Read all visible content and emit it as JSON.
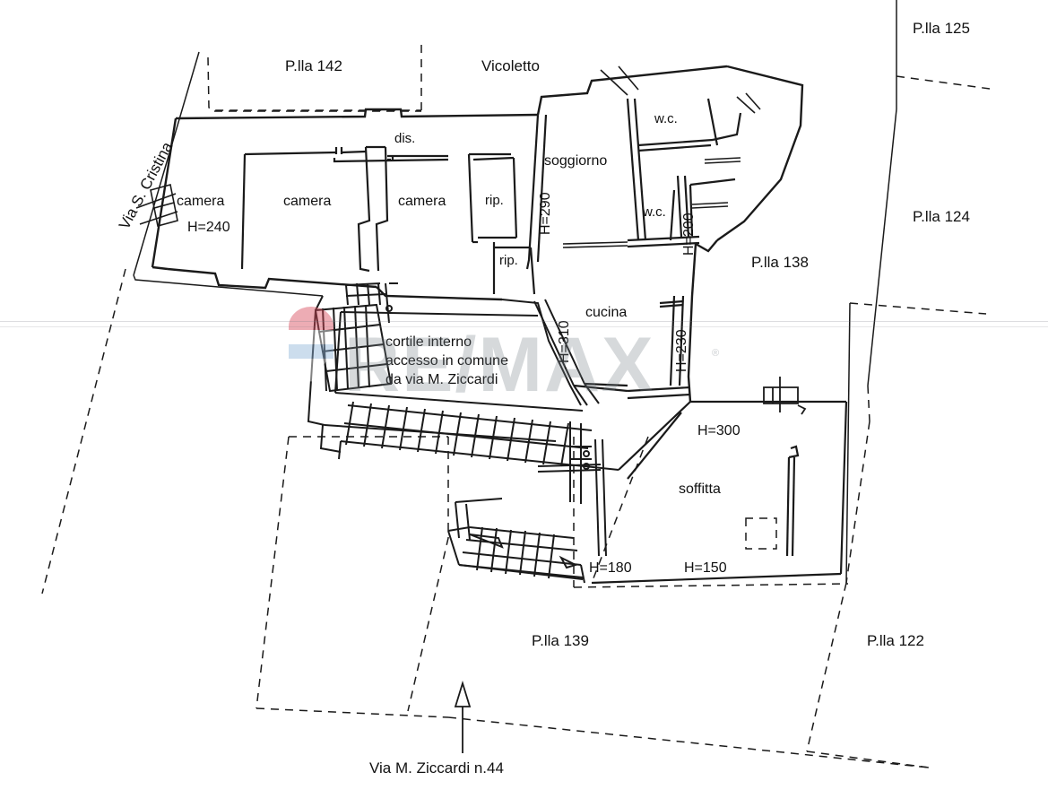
{
  "document": {
    "kind": "cadastral-floor-plan",
    "bottom_caption": "Via M. Ziccardi n.44"
  },
  "streets": [
    {
      "name": "via-s-cristina",
      "label": "Via S. Cristina"
    },
    {
      "name": "vicoletto",
      "label": "Vicoletto"
    }
  ],
  "parcels": [
    {
      "name": "parcel-142",
      "label": "P.lla 142"
    },
    {
      "name": "parcel-125",
      "label": "P.lla 125"
    },
    {
      "name": "parcel-124",
      "label": "P.lla 124"
    },
    {
      "name": "parcel-138",
      "label": "P.lla 138"
    },
    {
      "name": "parcel-139",
      "label": "P.lla 139"
    },
    {
      "name": "parcel-122",
      "label": "P.lla 122"
    }
  ],
  "rooms": [
    {
      "name": "camera-1",
      "label": "camera"
    },
    {
      "name": "camera-2",
      "label": "camera"
    },
    {
      "name": "camera-3",
      "label": "camera"
    },
    {
      "name": "disimpegno",
      "label": "dis."
    },
    {
      "name": "ripostiglio-1",
      "label": "rip."
    },
    {
      "name": "ripostiglio-2",
      "label": "rip."
    },
    {
      "name": "soggiorno",
      "label": "soggiorno"
    },
    {
      "name": "wc-1",
      "label": "w.c."
    },
    {
      "name": "wc-2",
      "label": "w.c."
    },
    {
      "name": "cucina",
      "label": "cucina"
    },
    {
      "name": "soffitta",
      "label": "soffitta"
    }
  ],
  "heights": [
    {
      "name": "height-240",
      "label": "H=240"
    },
    {
      "name": "height-290",
      "label": "H=290"
    },
    {
      "name": "height-200",
      "label": "H=200"
    },
    {
      "name": "height-230",
      "label": "H=230"
    },
    {
      "name": "height-310",
      "label": "H=310"
    },
    {
      "name": "height-300",
      "label": "H=300"
    },
    {
      "name": "height-180",
      "label": "H=180"
    },
    {
      "name": "height-150",
      "label": "H=150"
    }
  ],
  "notes": {
    "courtyard_line1": "cortile interno",
    "courtyard_line2": "accesso in comune",
    "courtyard_line3": "da via M. Ziccardi"
  },
  "watermark": {
    "text": "RE/MAX",
    "registered": "®",
    "colors": {
      "text": "#7880883D",
      "red": "#d94a5a",
      "blue": "#8fb4d9",
      "white": "#ffffff"
    }
  },
  "colors": {
    "line": "#1a1a1a",
    "hatch": "#555555",
    "paper": "#ffffff"
  }
}
